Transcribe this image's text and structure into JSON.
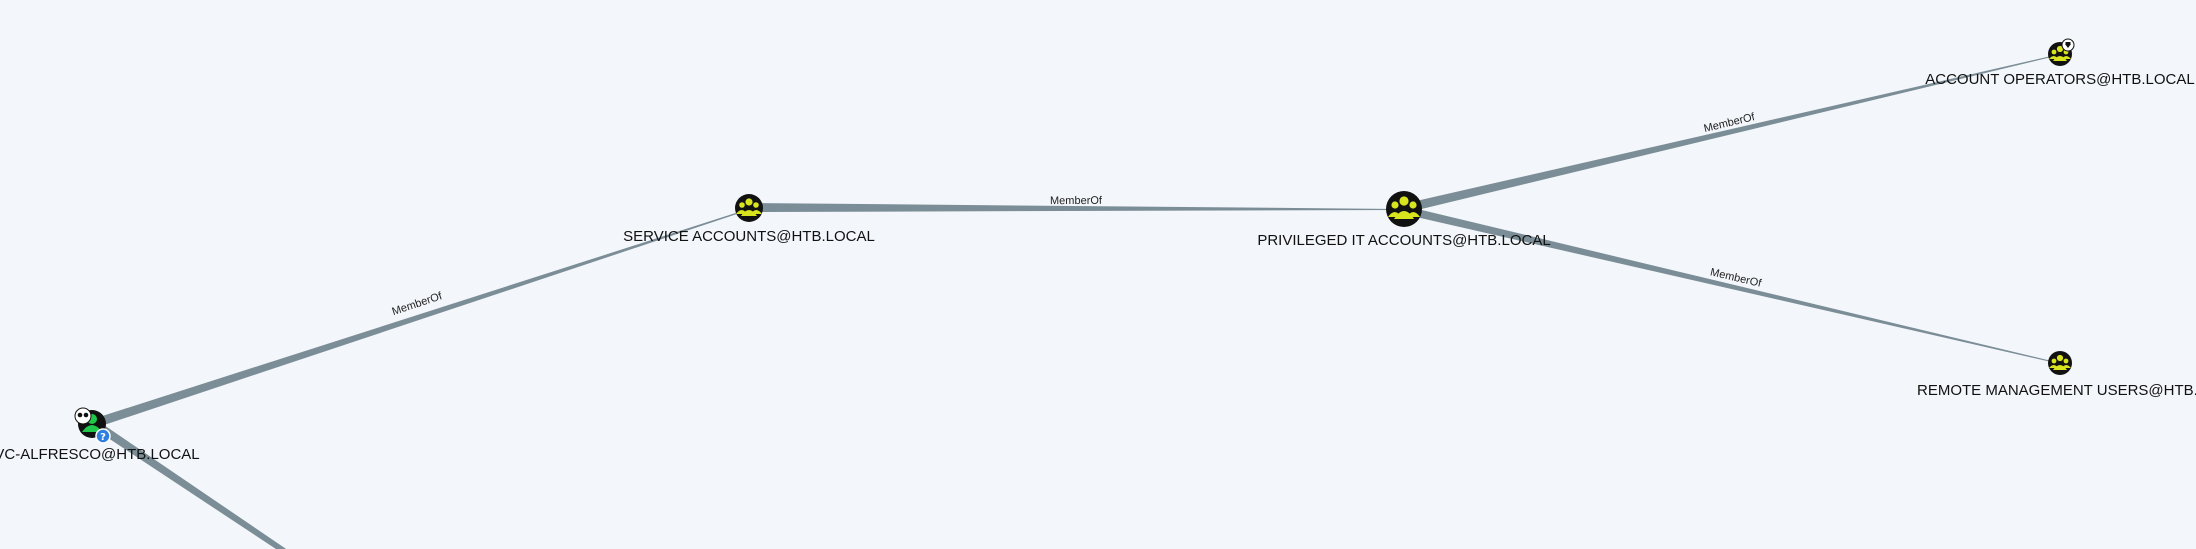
{
  "graph": {
    "nodes": [
      {
        "id": "svc-alfresco",
        "label": "SVC-ALFRESCO@HTB.LOCAL",
        "type": "user",
        "owned": true,
        "badges": [
          "eyes-icon",
          "question-badge-icon"
        ]
      },
      {
        "id": "service-accounts",
        "label": "SERVICE ACCOUNTS@HTB.LOCAL",
        "type": "group"
      },
      {
        "id": "privileged-it-accounts",
        "label": "PRIVILEGED IT ACCOUNTS@HTB.LOCAL",
        "type": "group"
      },
      {
        "id": "account-operators",
        "label": "ACCOUNT OPERATORS@HTB.LOCAL",
        "type": "group",
        "badges": [
          "gem-badge-icon"
        ]
      },
      {
        "id": "remote-management-users",
        "label": "REMOTE MANAGEMENT USERS@HTB.LOCAL",
        "type": "group"
      }
    ],
    "edges": [
      {
        "id": "e1",
        "from": "svc-alfresco",
        "to": "service-accounts",
        "label": "MemberOf"
      },
      {
        "id": "e2",
        "from": "service-accounts",
        "to": "privileged-it-accounts",
        "label": "MemberOf"
      },
      {
        "id": "e3",
        "from": "privileged-it-accounts",
        "to": "account-operators",
        "label": "MemberOf"
      },
      {
        "id": "e4",
        "from": "privileged-it-accounts",
        "to": "remote-management-users",
        "label": "MemberOf"
      },
      {
        "id": "e5",
        "from": "svc-alfresco",
        "to": "offscreen",
        "label": ""
      }
    ],
    "colors": {
      "background": "#f3f6fa",
      "edge": "#7b8d96",
      "group_node": "#d7e41e",
      "user_node": "#20c94a",
      "node_ring": "#111111",
      "info_badge": "#2f7fe0"
    }
  }
}
